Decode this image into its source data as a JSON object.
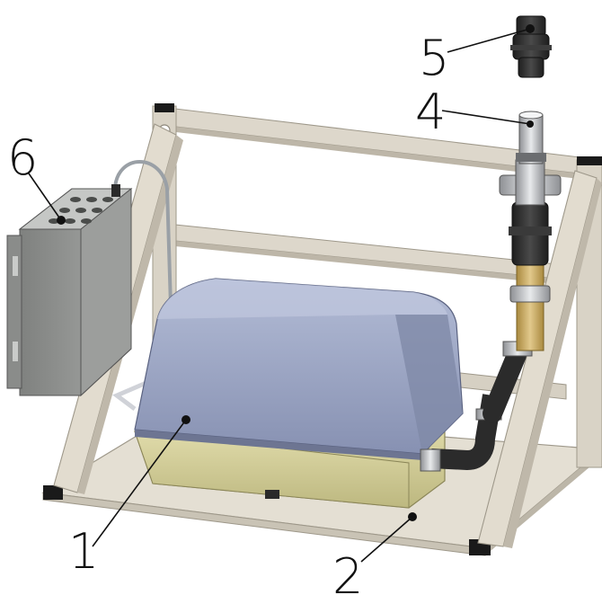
{
  "diagram": {
    "callouts": [
      {
        "id": "1",
        "label": "1"
      },
      {
        "id": "2",
        "label": "2"
      },
      {
        "id": "4",
        "label": "4"
      },
      {
        "id": "5",
        "label": "5"
      },
      {
        "id": "6",
        "label": "6"
      }
    ]
  },
  "colors": {
    "frame": "#ded8cc",
    "frame_shadow": "#bfb8aa",
    "base_plate": "#e6e1d6",
    "pump_cover": "#9aa5c4",
    "pump_base": "#d4cf98",
    "pipe_black": "#2b2b2b",
    "brass": "#c9a860",
    "control_box": "#9a9c9a",
    "feet": "#1a1a1a"
  }
}
